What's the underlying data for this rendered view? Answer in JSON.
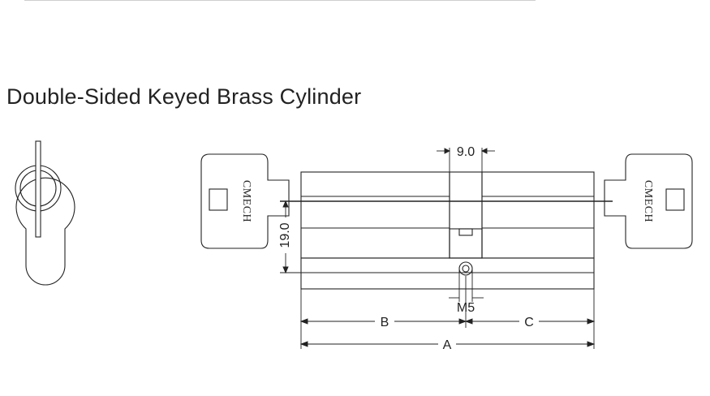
{
  "page": {
    "title": "Double-Sided Keyed Brass Cylinder"
  },
  "diagram": {
    "key_brand": "CMECH",
    "dimensions": {
      "cam_width": "9.0",
      "height": "19.0",
      "screw": "M5",
      "length_total": "A",
      "length_left": "B",
      "length_right": "C"
    }
  }
}
